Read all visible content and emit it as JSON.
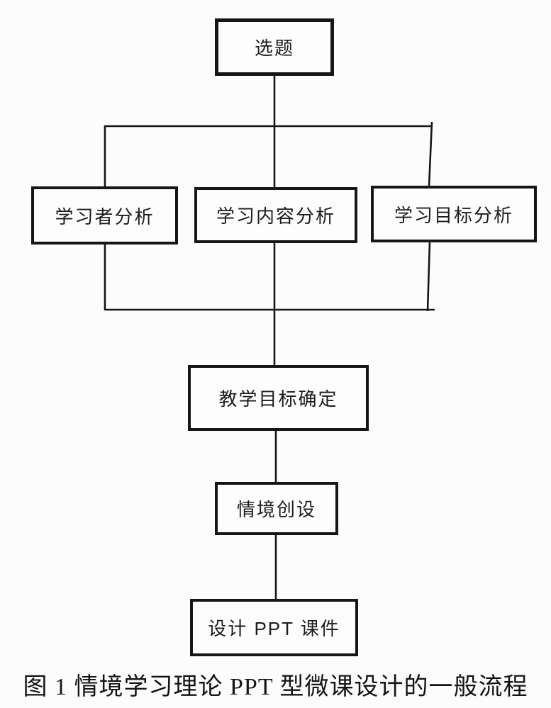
{
  "diagram": {
    "type": "flowchart",
    "caption": "图 1 情境学习理论 PPT 型微课设计的一般流程",
    "nodes": {
      "topic": {
        "label": "选题"
      },
      "learner_analysis": {
        "label": "学习者分析"
      },
      "content_analysis": {
        "label": "学习内容分析"
      },
      "objective_analysis": {
        "label": "学习目标分析"
      },
      "teaching_goal": {
        "label": "教学目标确定"
      },
      "situation_creation": {
        "label": "情境创设"
      },
      "design_ppt": {
        "label": "设计 PPT 课件"
      }
    },
    "edges": [
      {
        "from": "topic",
        "to": "learner_analysis"
      },
      {
        "from": "topic",
        "to": "content_analysis"
      },
      {
        "from": "topic",
        "to": "objective_analysis"
      },
      {
        "from": "learner_analysis",
        "to": "teaching_goal"
      },
      {
        "from": "content_analysis",
        "to": "teaching_goal"
      },
      {
        "from": "objective_analysis",
        "to": "teaching_goal"
      },
      {
        "from": "teaching_goal",
        "to": "situation_creation"
      },
      {
        "from": "situation_creation",
        "to": "design_ppt"
      }
    ],
    "colors": {
      "line": "#161616",
      "background": "#fcfcfc",
      "text": "#1c1c1c"
    }
  }
}
